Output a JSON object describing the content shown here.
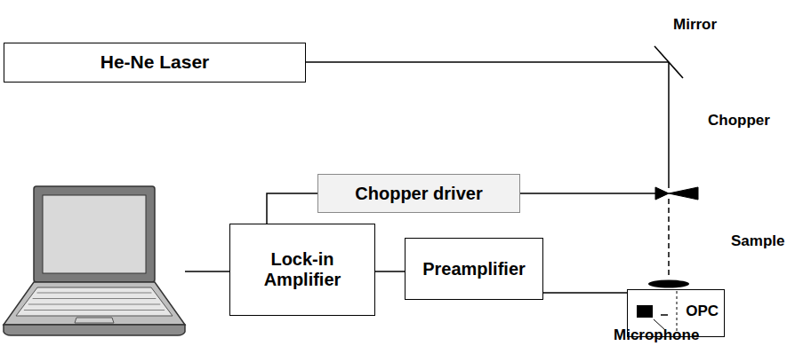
{
  "diagram": {
    "nodes": [
      {
        "text": [
          "He-Ne Laser"
        ]
      },
      {
        "text": [
          "Chopper driver"
        ]
      },
      {
        "text": [
          "Lock-in Amplifier"
        ]
      },
      {
        "text": [
          "Preamplifier"
        ]
      },
      {
        "text": [
          "OPC"
        ]
      }
    ],
    "edges": [
      {
        "from": 2,
        "to": 1,
        "arrow": "none"
      },
      {
        "from": 2,
        "to": 3,
        "arrow": "none"
      },
      {
        "from": 3,
        "to": 4,
        "arrow": "none"
      }
    ],
    "labels": [
      "Mirror",
      "Chopper",
      "Sample",
      "Microphone"
    ]
  }
}
